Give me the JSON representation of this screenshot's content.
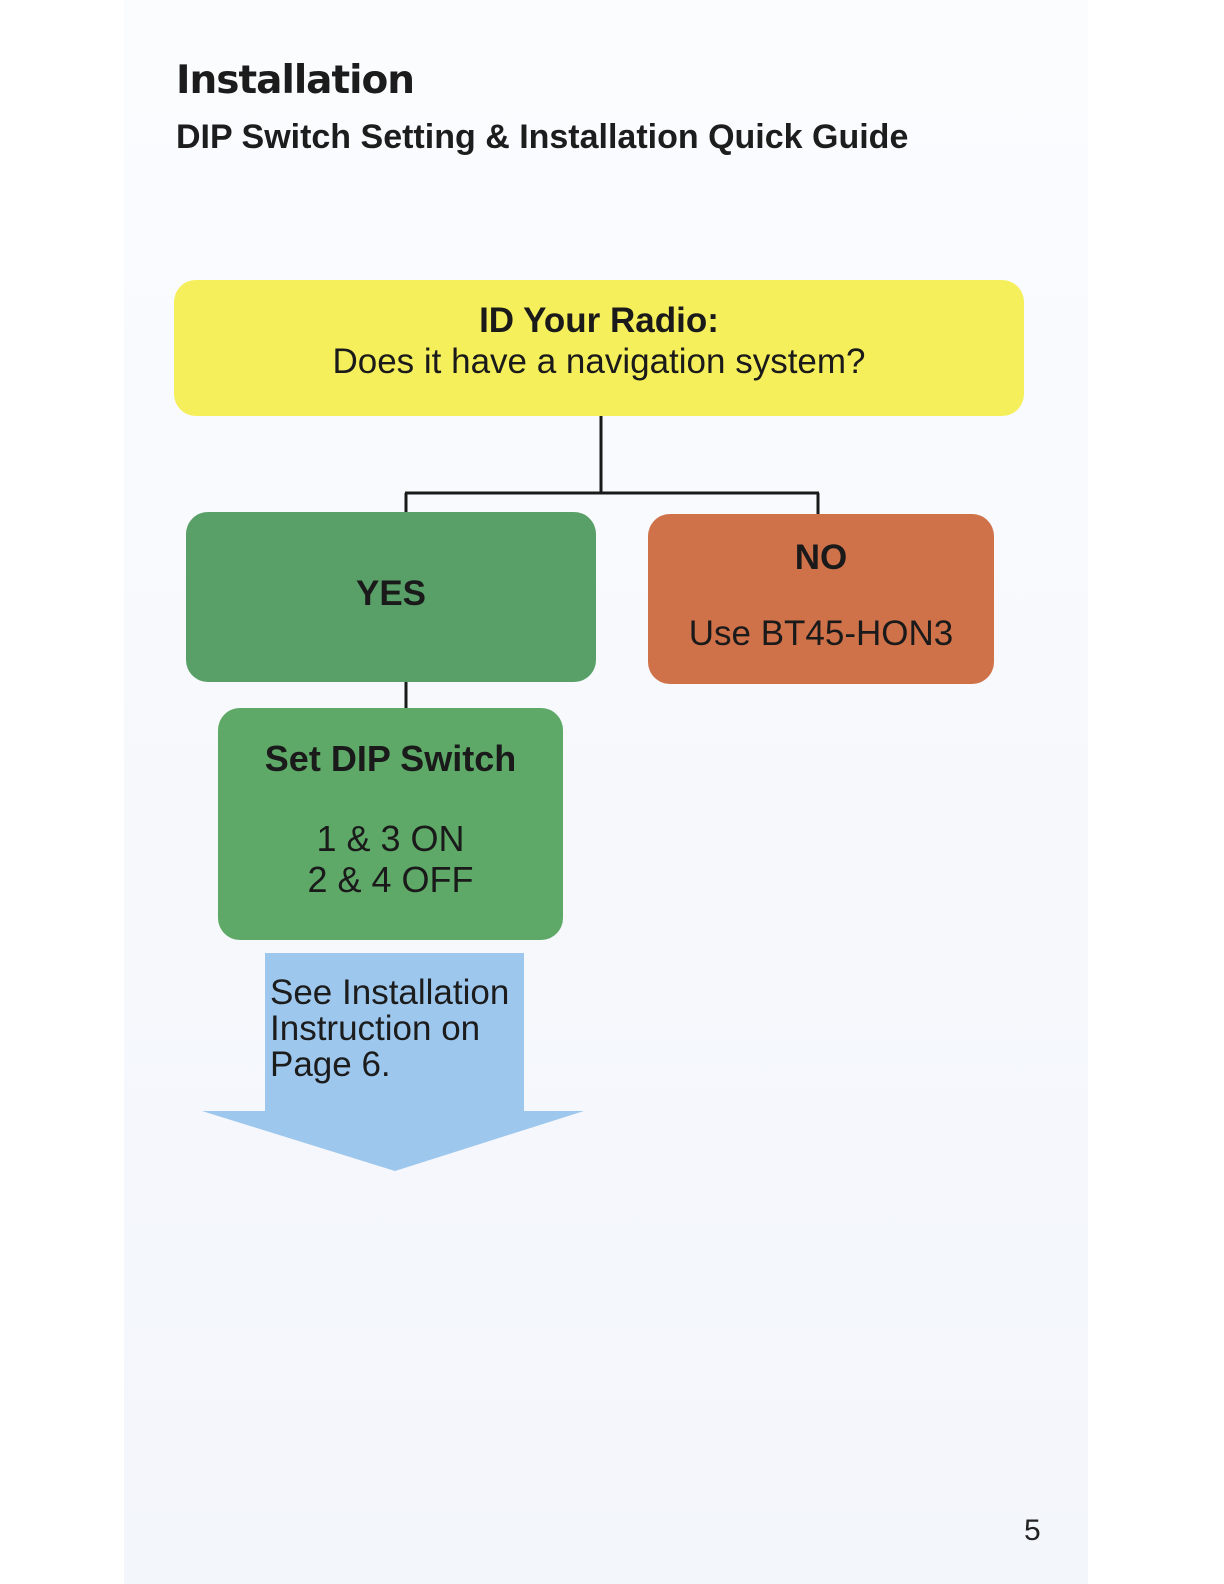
{
  "header": {
    "title": "Installation",
    "subtitle": "DIP Switch Setting & Installation Quick Guide"
  },
  "flowchart": {
    "question": {
      "title": "ID Your Radio:",
      "text": "Does it have a navigation system?",
      "color": "#f6ef5c"
    },
    "yes": {
      "label": "YES",
      "color": "#58a068"
    },
    "no": {
      "label": "NO",
      "text": "Use BT45-HON3",
      "color": "#cf724a"
    },
    "dip_switch": {
      "title": "Set DIP Switch",
      "line1": "1 & 3 ON",
      "line2": "2 & 4 OFF",
      "color": "#5ea968"
    },
    "next_step": {
      "line1": "See Installation",
      "line2": "Instruction on",
      "line3": "Page 6.",
      "color": "#9ec7ee"
    }
  },
  "footer": {
    "page_number": "5"
  }
}
